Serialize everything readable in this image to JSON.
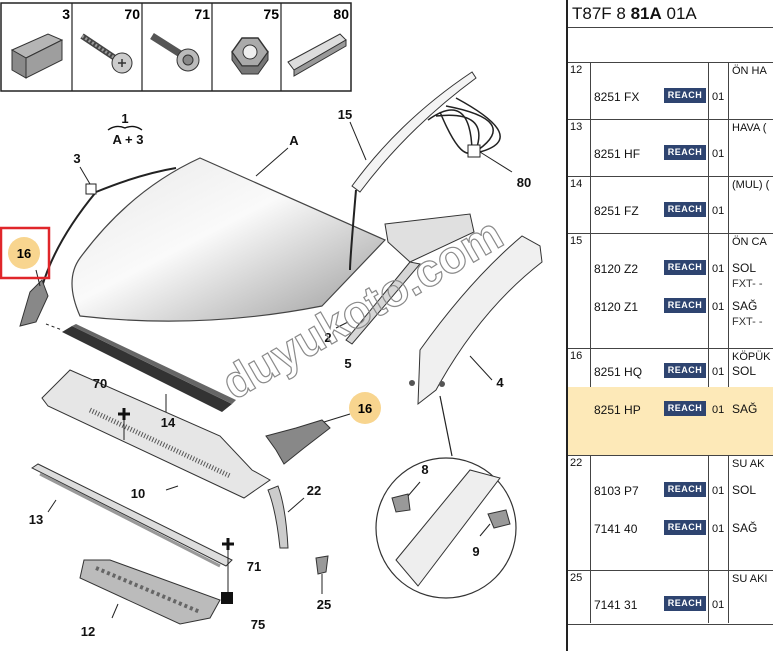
{
  "header": {
    "prefix": "T87F 8 ",
    "bold": "81A",
    "suffix": " 01A"
  },
  "reach_label": "REACH",
  "groups": [
    {
      "num": "12",
      "desc": "ÖN HA",
      "rows": [
        {
          "code": "8251 FX",
          "ver": "01",
          "side": ""
        }
      ]
    },
    {
      "num": "13",
      "desc": "HAVA (",
      "rows": [
        {
          "code": "8251 HF",
          "ver": "01",
          "side": ""
        }
      ]
    },
    {
      "num": "14",
      "desc": "(MUL) (",
      "rows": [
        {
          "code": "8251 FZ",
          "ver": "01",
          "side": ""
        }
      ]
    },
    {
      "num": "15",
      "desc": "ÖN CA",
      "rows": [
        {
          "code": "8120 Z2",
          "ver": "01",
          "side": "SOL",
          "sub": "FXT- -"
        },
        {
          "code": "8120 Z1",
          "ver": "01",
          "side": "SAĞ",
          "sub": "FXT- -"
        }
      ]
    },
    {
      "num": "16",
      "desc": "KÖPÜK",
      "rows": [
        {
          "code": "8251 HQ",
          "ver": "01",
          "side": "SOL"
        },
        {
          "code": "8251 HP",
          "ver": "01",
          "side": "SAĞ",
          "highlight": true
        }
      ]
    },
    {
      "num": "22",
      "desc": "SU AK",
      "rows": [
        {
          "code": "8103 P7",
          "ver": "01",
          "side": "SOL"
        },
        {
          "code": "7141 40",
          "ver": "01",
          "side": "SAĞ"
        }
      ]
    },
    {
      "num": "25",
      "desc": "SU AKI",
      "rows": [
        {
          "code": "7141 31",
          "ver": "01",
          "side": ""
        }
      ]
    }
  ],
  "legend_icons": [
    "3",
    "70",
    "71",
    "75",
    "80"
  ],
  "callouts": {
    "c1": "1",
    "c1sub": "A + 3",
    "cA": "A",
    "c3": "3",
    "c15": "15",
    "c80": "80",
    "c16a": "16",
    "c16b": "16",
    "c2": "2",
    "c5": "5",
    "c4": "4",
    "c70": "70",
    "c14": "14",
    "c10": "10",
    "c13": "13",
    "c22": "22",
    "c71": "71",
    "c75": "75",
    "c12": "12",
    "c25": "25",
    "c8": "8",
    "c9": "9"
  },
  "watermark": "duyukoto.com",
  "colors": {
    "reach": "#2e4470",
    "highlight": "#fde9b8",
    "callout_bubble": "#f8d58f",
    "selection_box": "#e0262a"
  }
}
